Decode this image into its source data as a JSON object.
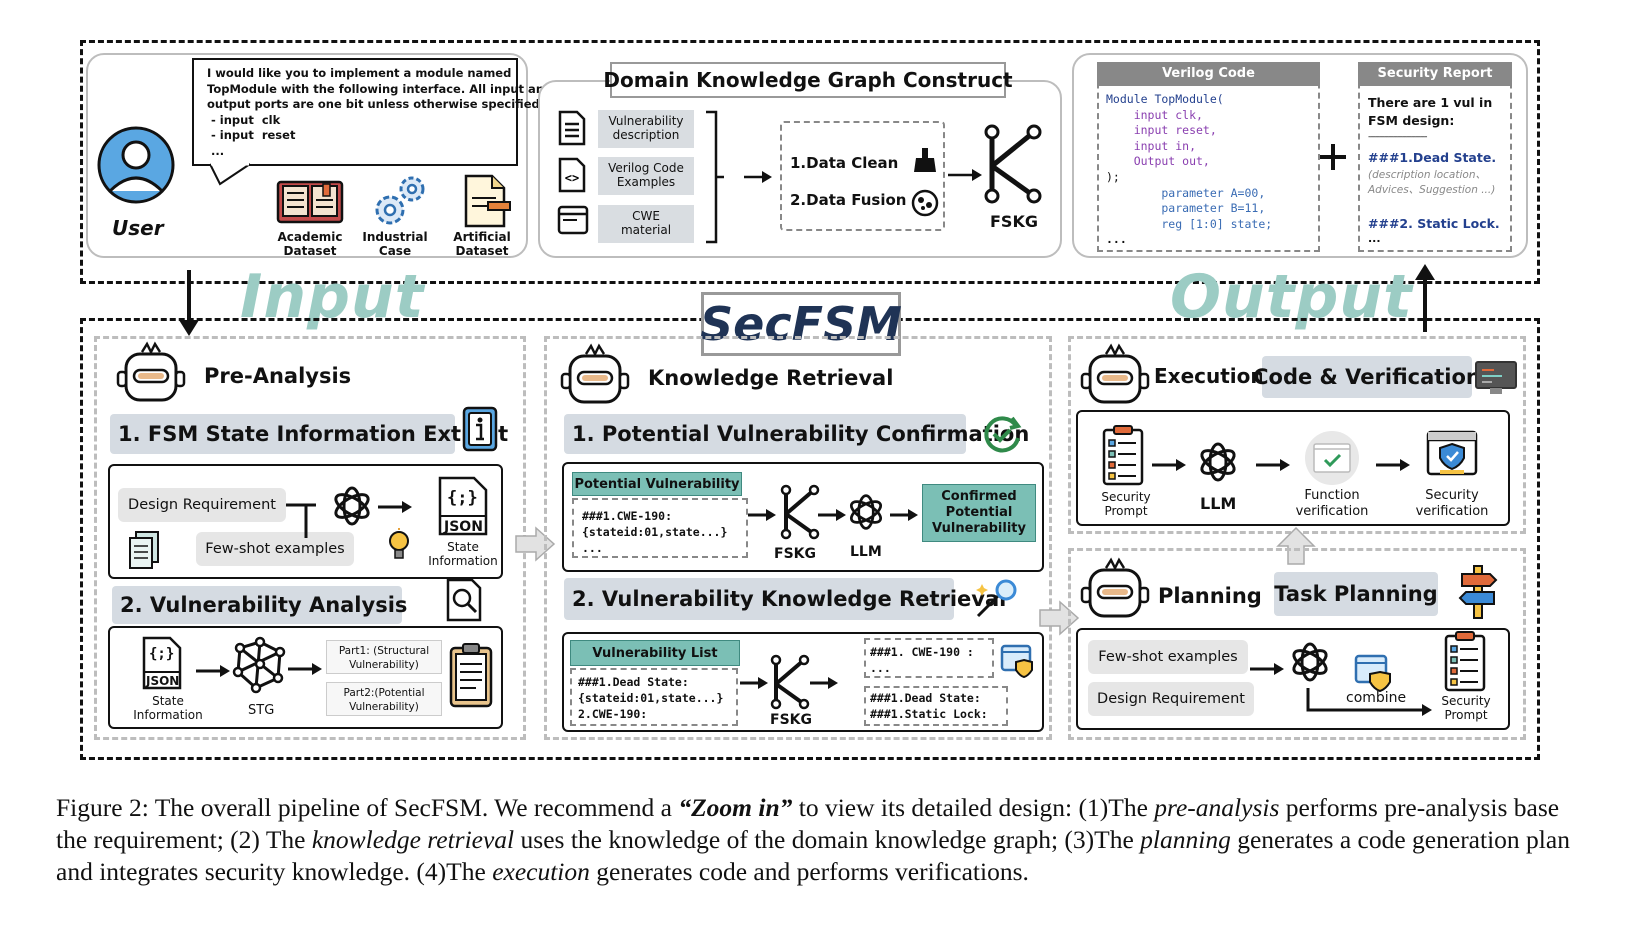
{
  "title": "SecFSM",
  "input_label": "Input",
  "output_label": "Output",
  "user": {
    "label": "User",
    "speech": [
      "I would like you to implement a module named",
      "TopModule with the following interface. All input and",
      "output ports are one bit unless otherwise specified.",
      " - input  clk",
      " - input  reset",
      " ..."
    ],
    "datasets": [
      {
        "label": "Academic Dataset"
      },
      {
        "label": "Industrial Case"
      },
      {
        "label": "Artificial Dataset"
      }
    ]
  },
  "kg": {
    "title": "Domain Knowledge Graph Construct",
    "sources": [
      "Vulnerability description",
      "Verilog Code Examples",
      "CWE material"
    ],
    "steps": [
      "1.Data Clean",
      "2.Data Fusion"
    ],
    "result": "FSKG"
  },
  "verilog": {
    "header": "Verilog Code",
    "lines": [
      "Module TopModule(",
      "    input clk,",
      "    input reset,",
      "    input in,",
      "    Output out,",
      ");",
      "        parameter A=00,",
      "        parameter B=11,",
      "        reg [1:0] state;",
      "..."
    ]
  },
  "report": {
    "header": "Security Report",
    "intro": "There are 1 vul in FSM design:",
    "divider": "--------------------------",
    "item1": "###1.Dead State.",
    "detail": "(description location、Advices、Suggestion ...)",
    "item2": "###2. Static Lock.",
    "more": "..."
  },
  "pre_analysis": {
    "title": "Pre-Analysis",
    "step1": "1. FSM State Information Extract",
    "design_req": "Design Requirement",
    "fewshot": "Few-shot examples",
    "json": "JSON",
    "json_braces": "{;}",
    "state_info": "State Information",
    "step2": "2. Vulnerability Analysis",
    "stg": "STG",
    "part1": "Part1: (Structural Vulnerability)",
    "part2": "Part2:(Potential Vulnerability)"
  },
  "knowledge": {
    "title": "Knowledge Retrieval",
    "step1": "1. Potential Vulnerability Confirmation",
    "pv_header": "Potential Vulnerability",
    "pv_lines": [
      "###1.CWE-190:",
      "{stateid:01,state...}",
      "..."
    ],
    "fskg": "FSKG",
    "llm": "LLM",
    "confirmed": "Confirmed Potential Vulnerability",
    "step2": "2. Vulnerability Knowledge Retrieval",
    "vl_header": "Vulnerability List",
    "vl_lines": [
      "###1.Dead State:",
      "{stateid:01,state...}",
      "2.CWE-190:"
    ],
    "out1": [
      "###1. CWE-190 :",
      "..."
    ],
    "out2": [
      "###1.Dead State:",
      "###1.Static Lock:"
    ]
  },
  "execution": {
    "title": "Execution",
    "badge": "Code & Verification",
    "security_prompt": "Security Prompt",
    "llm": "LLM",
    "function_verification": "Function verification",
    "security_verification": "Security verification"
  },
  "planning": {
    "title": "Planning",
    "badge": "Task Planning",
    "fewshot": "Few-shot examples",
    "design_req": "Design Requirement",
    "combine": "combine",
    "security_prompt": "Security Prompt"
  },
  "caption": {
    "p1": "Figure 2: The overall pipeline of SecFSM. We recommend a ",
    "zoom": "“Zoom in”",
    "p2": " to view its detailed design: (1)The ",
    "pa": "pre-analysis",
    "p3": " performs pre-analysis base the requirement; (2) The ",
    "kr": "knowledge retrieval",
    "p4": " uses the knowledge of the domain knowledge graph; (3)The ",
    "pl": "planning",
    "p5": " generates a code generation plan and integrates security knowledge. (4)The ",
    "ex": "execution",
    "p6": " generates code and performs verifications."
  },
  "colors": {
    "accent_teal": "#7bbfb5",
    "watermark": "#9cccc4",
    "bar_gray": "#d5dbe2",
    "title_navy": "#1f3355"
  }
}
